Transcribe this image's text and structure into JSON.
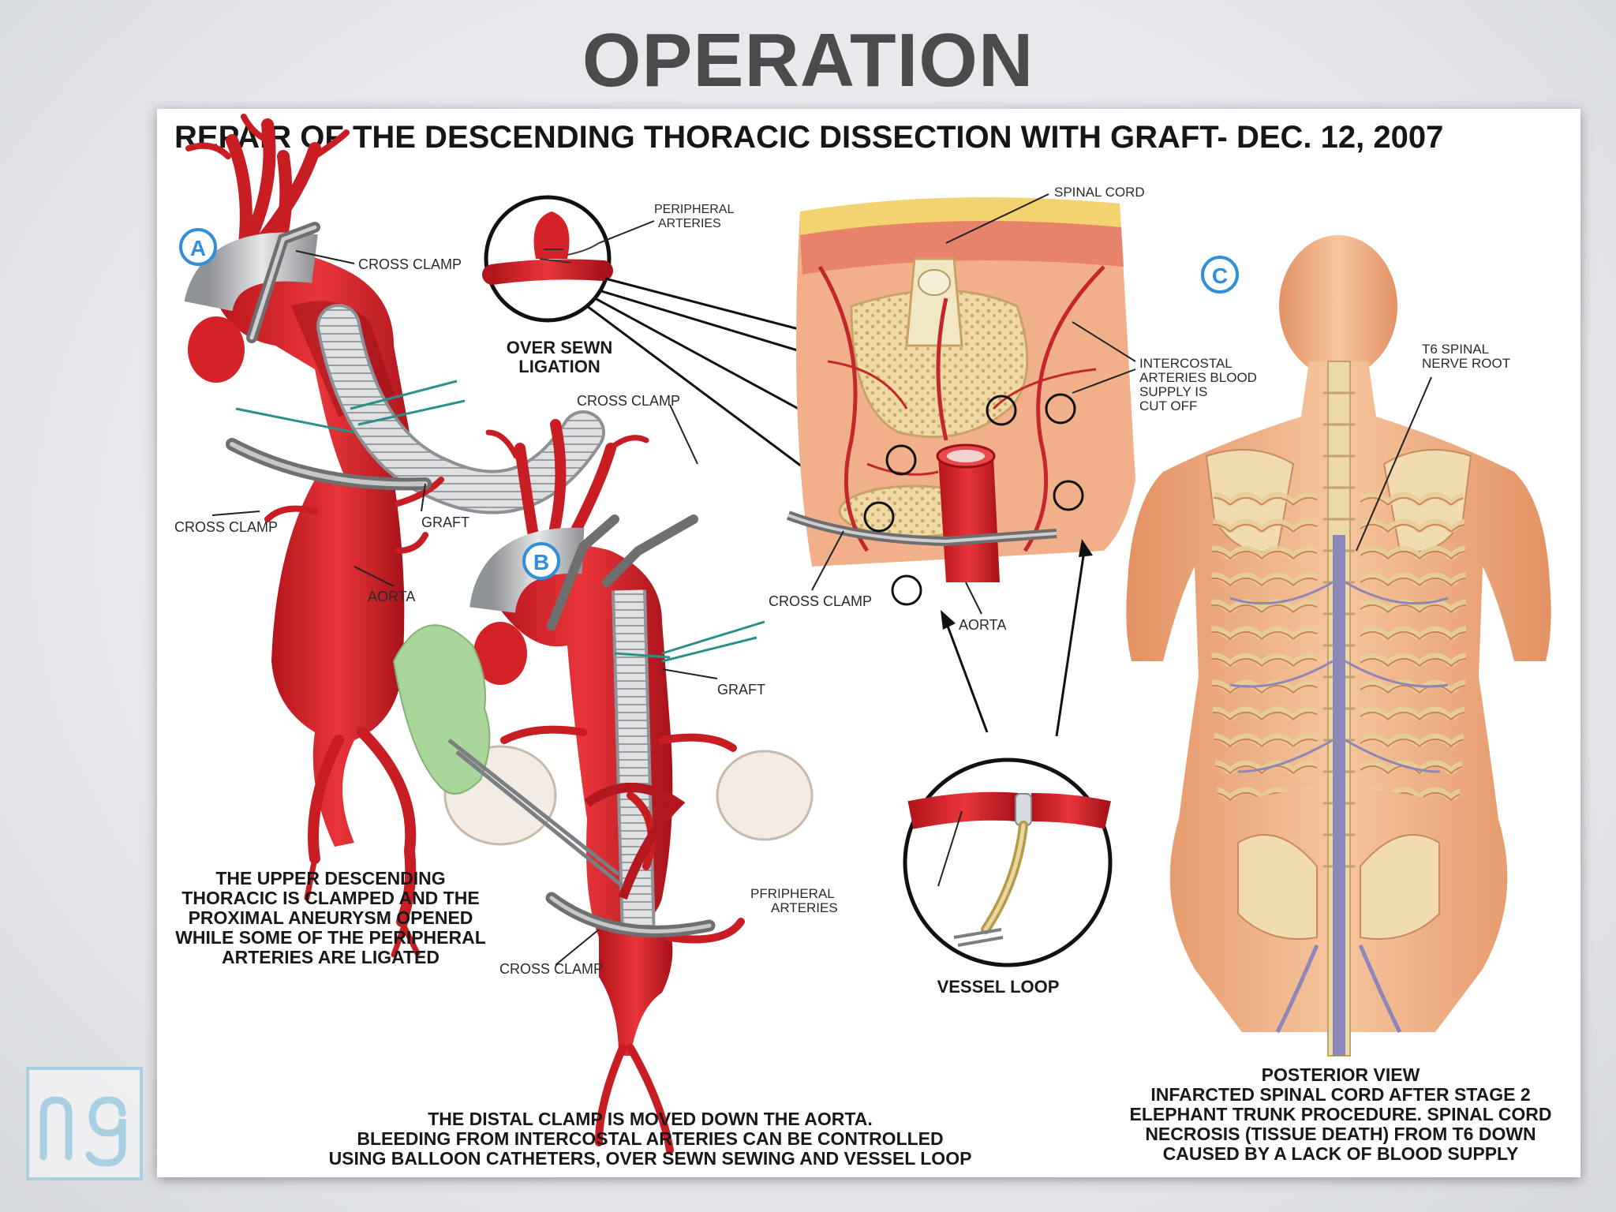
{
  "slide_title": "OPERATION",
  "panel_title": "REPAIR OF THE DESCENDING THORACIC DISSECTION WITH GRAFT- DEC. 12, 2007",
  "markers": {
    "a": "A",
    "b": "B",
    "c": "C"
  },
  "labels": {
    "cross_clamp_a_top": "CROSS CLAMP",
    "cross_clamp_a_bottom": "CROSS CLAMP",
    "graft_a": "GRAFT",
    "aorta_a": "AORTA",
    "peripheral_arteries_line1": "PERIPHERAL",
    "peripheral_arteries_line2": "ARTERIES",
    "over_sewn_line1": "OVER SEWN",
    "over_sewn_line2": "LIGATION",
    "cross_clamp_b_top": "CROSS CLAMP",
    "graft_b": "GRAFT",
    "cross_clamp_b_bottom": "CROSS CLAMP",
    "spinal_cord": "SPINAL CORD",
    "intercostal_line1": "INTERCOSTAL",
    "intercostal_line2": "ARTERIES BLOOD",
    "intercostal_line3": "SUPPLY IS",
    "intercostal_line4": "CUT OFF",
    "cross_clamp_mid": "CROSS CLAMP",
    "aorta_mid": "AORTA",
    "pferipheral_line1": "PFRIPHERAL",
    "pferipheral_line2": "ARTERIES",
    "vessel_loop": "VESSEL LOOP",
    "t6_line1": "T6 SPINAL",
    "t6_line2": "NERVE ROOT"
  },
  "captions": {
    "a": [
      "THE UPPER DESCENDING",
      "THORACIC IS CLAMPED AND THE",
      "PROXIMAL ANEURYSM OPENED",
      "WHILE SOME OF THE PERIPHERAL",
      "ARTERIES ARE LIGATED"
    ],
    "b": [
      "THE DISTAL CLAMP IS MOVED DOWN THE AORTA.",
      "BLEEDING FROM INTERCOSTAL ARTERIES CAN BE CONTROLLED",
      "USING BALLOON CATHETERS, OVER SEWN SEWING AND VESSEL LOOP"
    ],
    "c": [
      "POSTERIOR VIEW",
      "INFARCTED SPINAL CORD AFTER STAGE 2",
      "ELEPHANT TRUNK PROCEDURE. SPINAL CORD",
      "NECROSIS (TISSUE DEATH) FROM T6 DOWN",
      "CAUSED BY A LACK OF BLOOD SUPPLY"
    ]
  },
  "colors": {
    "aorta_red": "#d9262b",
    "graft_gray": "#b9bcc0",
    "tissue_orange": "#f0a57a",
    "bone_cream": "#ecd9a8",
    "nerve_purple": "#8d86b8",
    "marker_blue": "#2f8fd8",
    "glove_green": "#a9d49a"
  },
  "logo": "ng logo"
}
